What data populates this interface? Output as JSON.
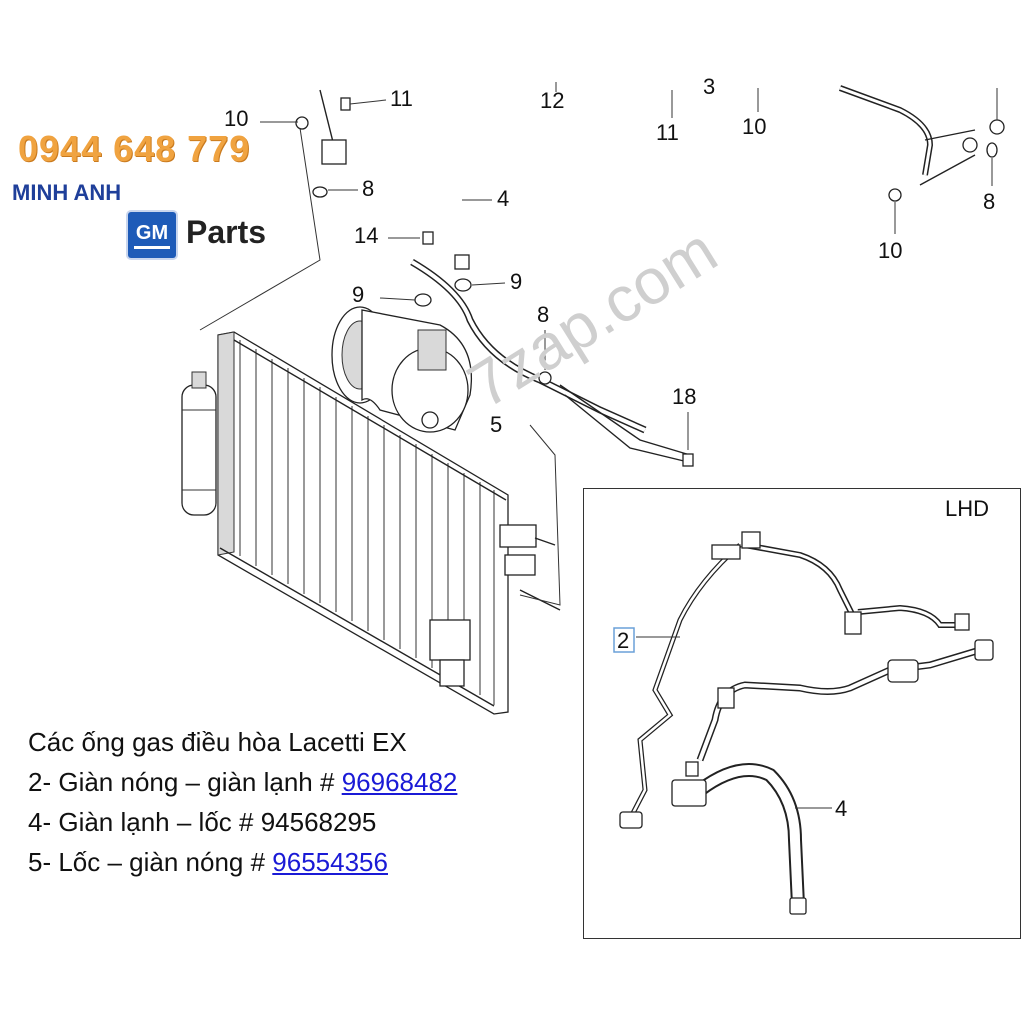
{
  "branding": {
    "phone": "0944 648 779",
    "name": "MINH ANH",
    "logo_text": "GM",
    "parts_word": "Parts",
    "watermark": "7zap.com"
  },
  "callouts": {
    "c10a": "10",
    "c11a": "11",
    "c8a": "8",
    "c4a": "4",
    "c14": "14",
    "c9a": "9",
    "c9b": "9",
    "c8b": "8",
    "c5": "5",
    "c18": "18",
    "c12": "12",
    "c3": "3",
    "c11b": "11",
    "c10b": "10",
    "c8c": "8",
    "c10c": "10"
  },
  "inset": {
    "label": "LHD",
    "c2": "2",
    "c4": "4"
  },
  "caption": {
    "title": "Các ống gas điều hòa Lacetti EX",
    "line1_prefix": "2- Giàn nóng – giàn lạnh # ",
    "line1_link": "96968482",
    "line2": "4- Giàn lạnh – lốc # 94568295",
    "line3_prefix": "5- Lốc – giàn nóng # ",
    "line3_link": "96554356"
  },
  "colors": {
    "phone": "#f0a340",
    "brand": "#1f3f9a",
    "gm_logo": "#1e5bb8",
    "link": "#1a1ad6"
  }
}
